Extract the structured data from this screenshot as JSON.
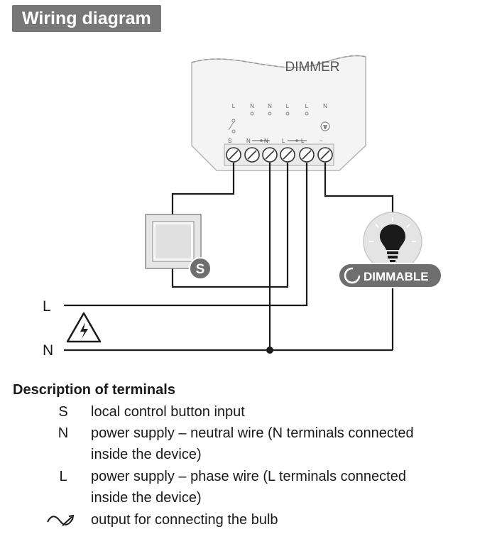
{
  "header": {
    "title": "Wiring diagram"
  },
  "device": {
    "name": "DIMMER",
    "top_labels": [
      "L",
      "N",
      "N",
      "L",
      "L",
      "N"
    ],
    "terminal_labels": [
      "S",
      "N",
      "N",
      "L",
      "L",
      "~"
    ]
  },
  "lines": {
    "phase": "L",
    "neutral": "N"
  },
  "switch": {
    "badge": "S"
  },
  "bulb": {
    "badge": "DIMMABLE"
  },
  "colors": {
    "header_bg": "#777777",
    "wire": "#1a1a1a",
    "badge_bg": "#6e6e6e",
    "device_bg": "#f4f4f4"
  },
  "description": {
    "title": "Description of terminals",
    "items": [
      {
        "symbol": "S",
        "lines": [
          "local control button input"
        ]
      },
      {
        "symbol": "N",
        "lines": [
          "power supply – neutral wire (N terminals connected",
          "inside the device)"
        ]
      },
      {
        "symbol": "L",
        "lines": [
          "power supply – phase wire (L terminals connected",
          "inside the device)"
        ]
      },
      {
        "symbol": "output-symbol-icon",
        "lines": [
          "output for connecting the bulb"
        ]
      }
    ]
  }
}
